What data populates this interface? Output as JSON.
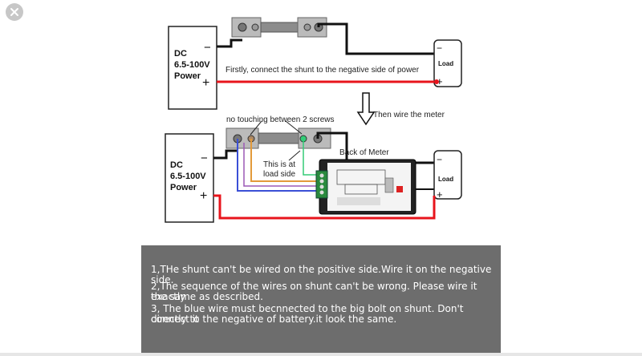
{
  "close_icon": "close-icon",
  "top_diagram": {
    "power_label_line1": "DC",
    "power_label_line2": "6.5-100V",
    "power_label_line3": "Power",
    "minus_symbol": "−",
    "plus_symbol": "+",
    "load_label": "Load",
    "caption": "Firstly, connect the shunt to the negative side of power"
  },
  "arrow_caption": "Then wire the meter",
  "bottom_diagram": {
    "power_label_line1": "DC",
    "power_label_line2": "6.5-100V",
    "power_label_line3": "Power",
    "minus_symbol": "−",
    "plus_symbol": "+",
    "load_label": "Load",
    "no_touch_caption": "no touching between 2 screws",
    "load_side_line1": "This is at",
    "load_side_line2": "load side",
    "back_of_meter": "Back of Meter"
  },
  "notes": [
    "1,THe shunt can't be wired on the positive side.Wire it on the negative side.",
    "2,The sequence of the wires on shunt can't be wrong. Please wire it exactly",
    "the same as described.",
    "3, The blue wire must becnnected to the big bolt on shunt. Don't connect it",
    "directly to the negative of battery.it look the same."
  ],
  "colors": {
    "wire_red": "#e8141c",
    "wire_black": "#111111",
    "wire_blue": "#3a4fd6",
    "wire_orange": "#e39a3a",
    "wire_purple": "#9b59b6",
    "notes_bg": "#6d6d6d"
  }
}
